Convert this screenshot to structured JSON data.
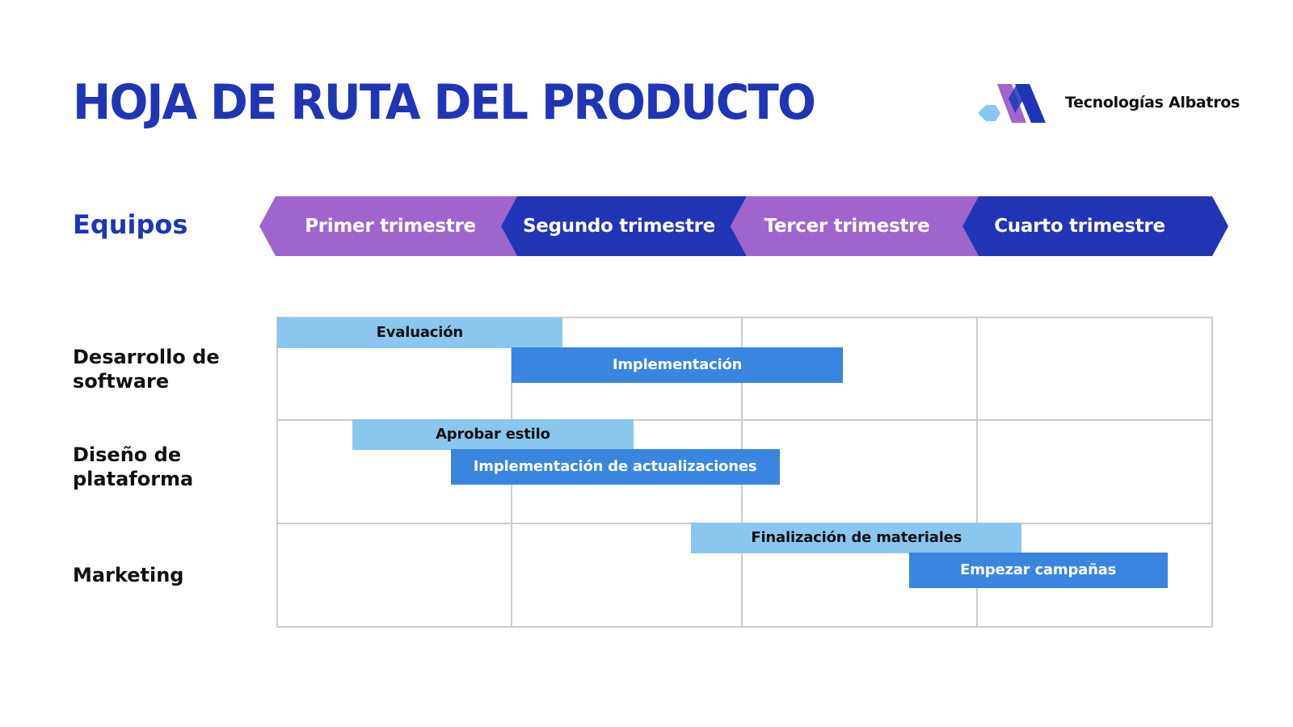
{
  "header": {
    "title": "HOJA DE RUTA DEL PRODUCTO",
    "company": "Tecnologías Albatros",
    "logo_icon": "albatros-logo-icon"
  },
  "colors": {
    "navy": "#1f35b5",
    "purple": "#9f65cc",
    "light_blue": "#8ac7ee",
    "mid_blue": "#3a85e0",
    "grid": "#cccccc"
  },
  "timeline": {
    "teams_label": "Equipos",
    "quarters": [
      {
        "label": "Primer trimestre"
      },
      {
        "label": "Segundo trimestre"
      },
      {
        "label": "Tercer trimestre"
      },
      {
        "label": "Cuarto trimestre"
      }
    ]
  },
  "teams": [
    {
      "label": "Desarrollo de software",
      "tasks": [
        {
          "label": "Evaluación",
          "start_q": 0.0,
          "end_q": 1.22
        },
        {
          "label": "Implementación",
          "start_q": 1.0,
          "end_q": 2.43
        }
      ]
    },
    {
      "label": "Diseño de plataforma",
      "tasks": [
        {
          "label": "Aprobar estilo",
          "start_q": 0.32,
          "end_q": 1.53
        },
        {
          "label": "Implementación de actualizaciones",
          "start_q": 0.74,
          "end_q": 2.16
        }
      ]
    },
    {
      "label": "Marketing",
      "tasks": [
        {
          "label": "Finalización de materiales",
          "start_q": 1.78,
          "end_q": 3.19
        },
        {
          "label": "Empezar campañas",
          "start_q": 2.71,
          "end_q": 3.81
        }
      ]
    }
  ]
}
